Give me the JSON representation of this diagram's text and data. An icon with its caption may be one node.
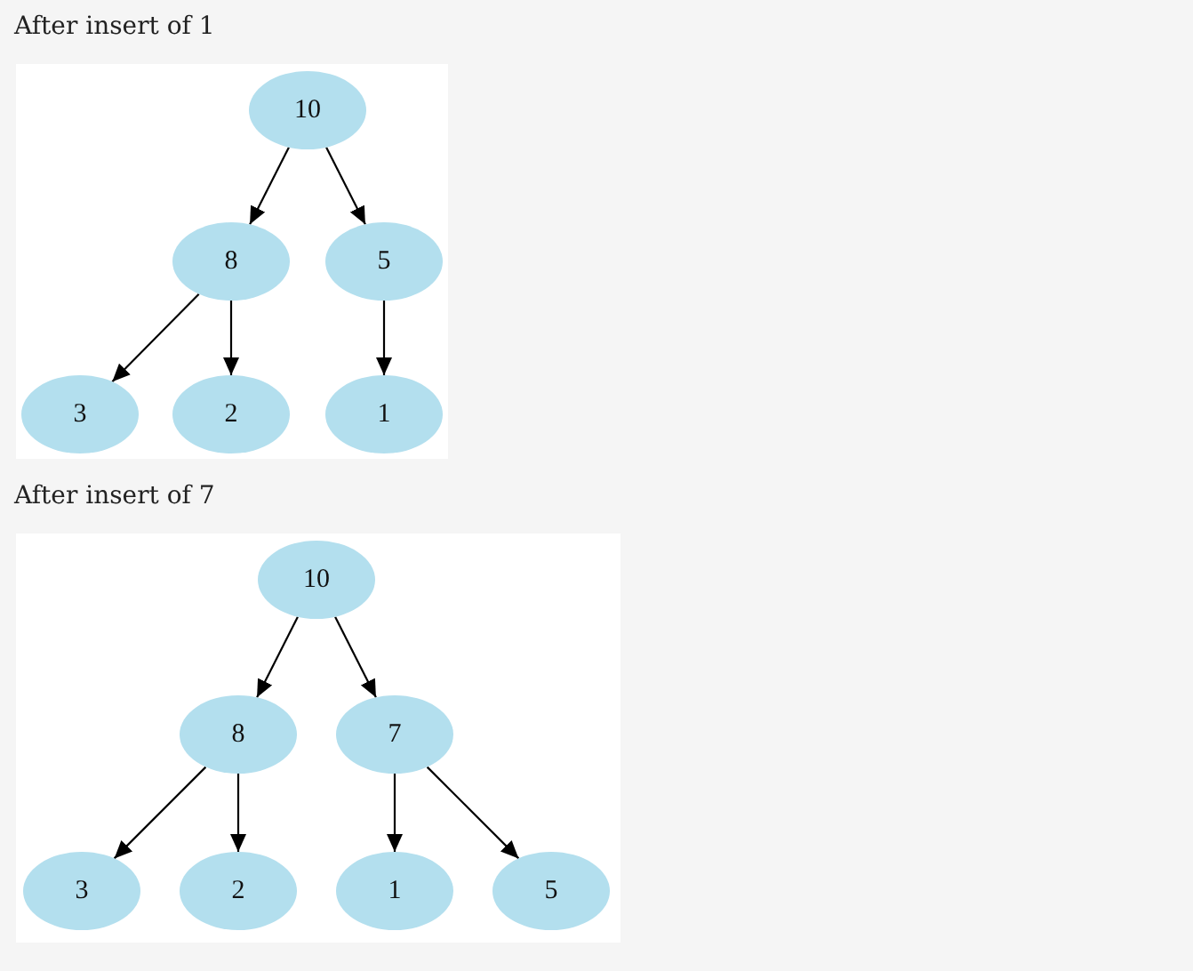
{
  "diagram": {
    "nodes": [
      {
        "text": [
          "After insert of 1"
        ]
      },
      {
        "text": [
          "10"
        ],
        "in": 0
      },
      {
        "text": [
          "8"
        ],
        "in": 0
      },
      {
        "text": [
          "5"
        ],
        "in": 0
      },
      {
        "text": [
          "3"
        ],
        "in": 0
      },
      {
        "text": [
          "2"
        ],
        "in": 0
      },
      {
        "text": [
          "1"
        ],
        "in": 0
      },
      {
        "text": [
          "After insert of 7"
        ]
      },
      {
        "text": [
          "10"
        ],
        "in": 7
      },
      {
        "text": [
          "8"
        ],
        "in": 7
      },
      {
        "text": [
          "7"
        ],
        "in": 7
      },
      {
        "text": [
          "3"
        ],
        "in": 7
      },
      {
        "text": [
          "2"
        ],
        "in": 7
      },
      {
        "text": [
          "1"
        ],
        "in": 7
      },
      {
        "text": [
          "5"
        ],
        "in": 7
      }
    ],
    "edges": [
      {
        "from": 1,
        "to": 2,
        "arrow": "to"
      },
      {
        "from": 1,
        "to": 3,
        "arrow": "to"
      },
      {
        "from": 2,
        "to": 4,
        "arrow": "to"
      },
      {
        "from": 2,
        "to": 5,
        "arrow": "to"
      },
      {
        "from": 3,
        "to": 6,
        "arrow": "to"
      },
      {
        "from": 8,
        "to": 9,
        "arrow": "to"
      },
      {
        "from": 8,
        "to": 10,
        "arrow": "to"
      },
      {
        "from": 9,
        "to": 11,
        "arrow": "to"
      },
      {
        "from": 9,
        "to": 12,
        "arrow": "to"
      },
      {
        "from": 10,
        "to": 13,
        "arrow": "to"
      },
      {
        "from": 10,
        "to": 14,
        "arrow": "to"
      }
    ]
  }
}
